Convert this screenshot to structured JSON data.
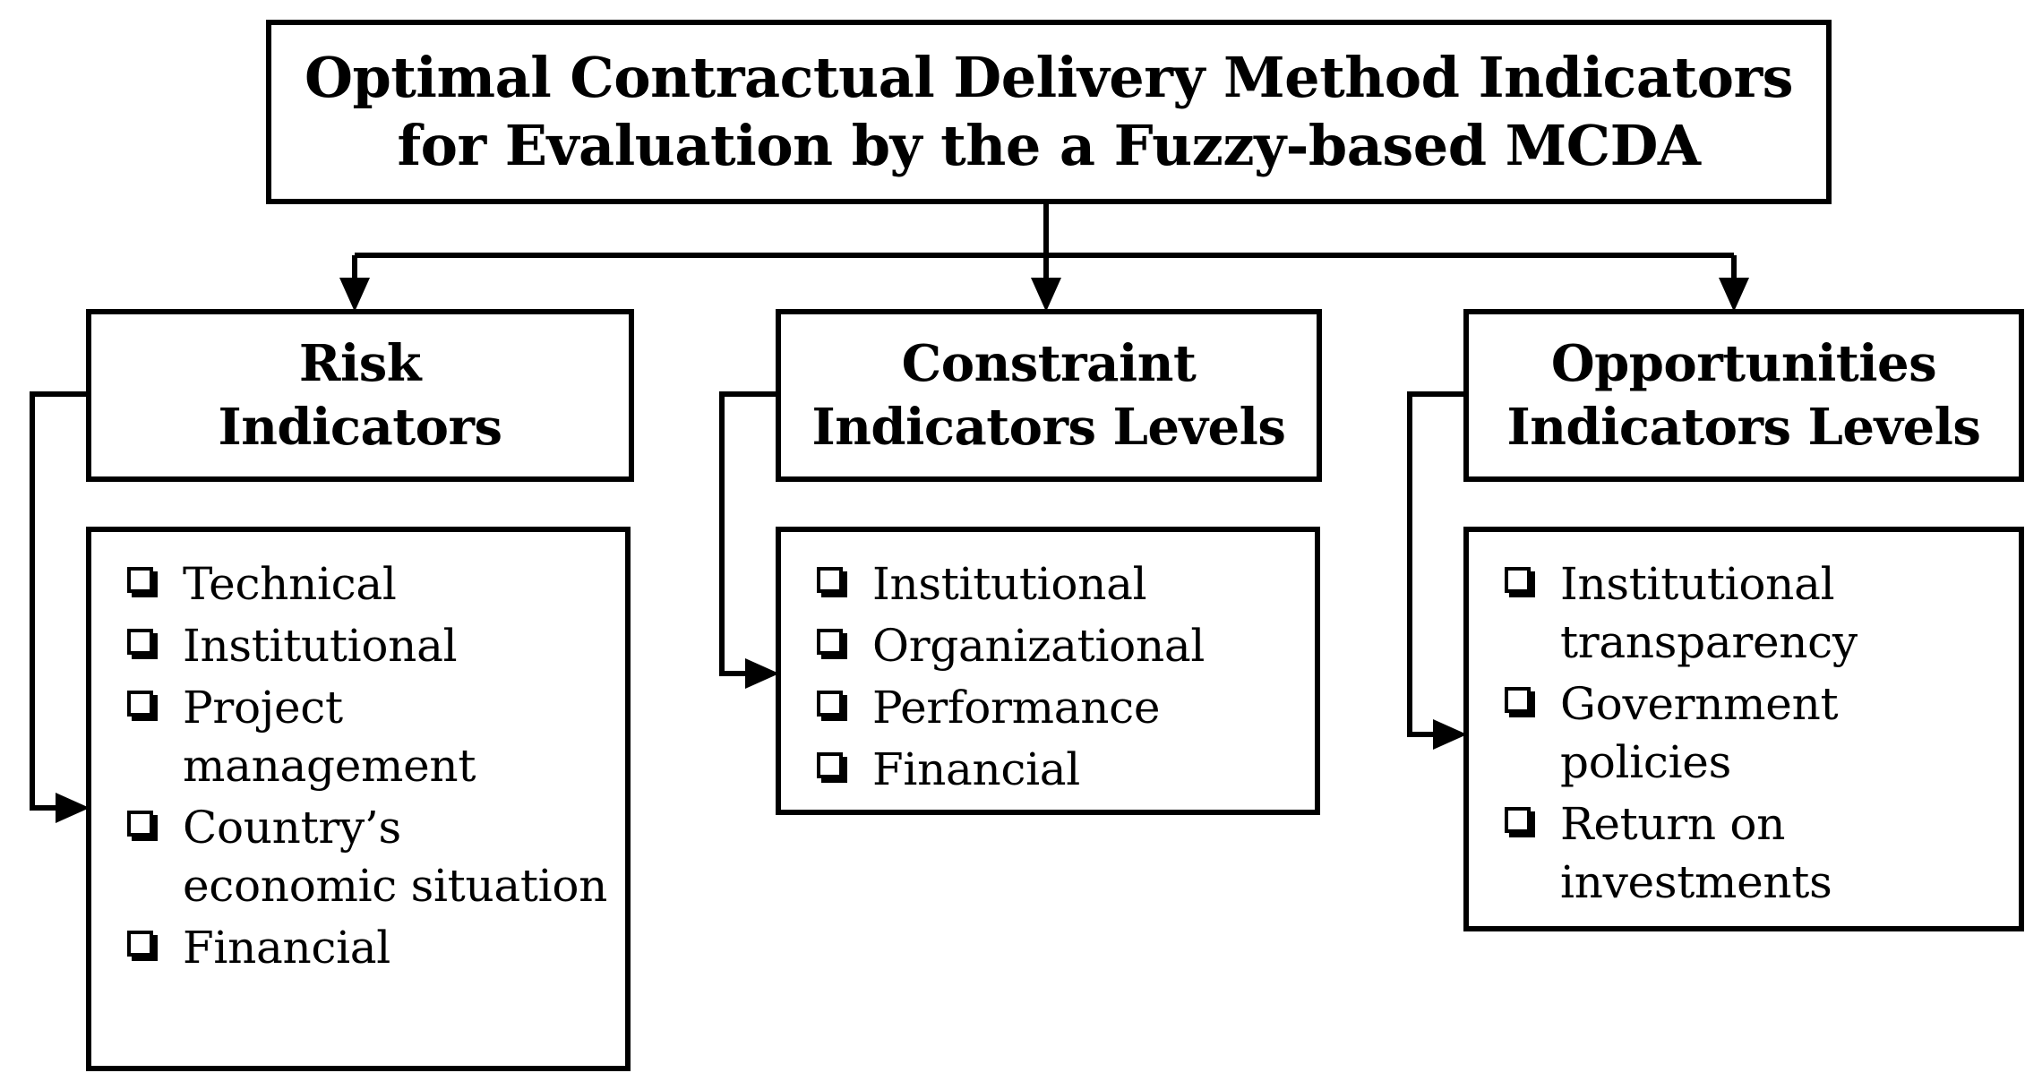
{
  "diagram": {
    "type": "hierarchy-flowchart",
    "title_box": {
      "lines": [
        "Optimal Contractual Delivery Method Indicators",
        "for Evaluation by the a Fuzzy-based MCDA"
      ]
    },
    "branches": [
      {
        "key": "risk",
        "header_lines": [
          "Risk",
          "Indicators"
        ],
        "items": [
          "Technical",
          "Institutional",
          "Project management",
          "Country’s economic situation",
          "Financial"
        ]
      },
      {
        "key": "constraint",
        "header_lines": [
          "Constraint",
          "Indicators Levels"
        ],
        "items": [
          "Institutional",
          "Organizational",
          "Performance",
          "Financial"
        ]
      },
      {
        "key": "opportunities",
        "header_lines": [
          "Opportunities",
          "Indicators Levels"
        ],
        "items": [
          "Institutional transparency",
          "Government policies",
          "Return on investments"
        ]
      }
    ],
    "style": {
      "line_color": "#000000",
      "box_fill": "#ffffff",
      "background": "#ffffff",
      "bullet_glyph": "hollow-square-3d"
    }
  }
}
